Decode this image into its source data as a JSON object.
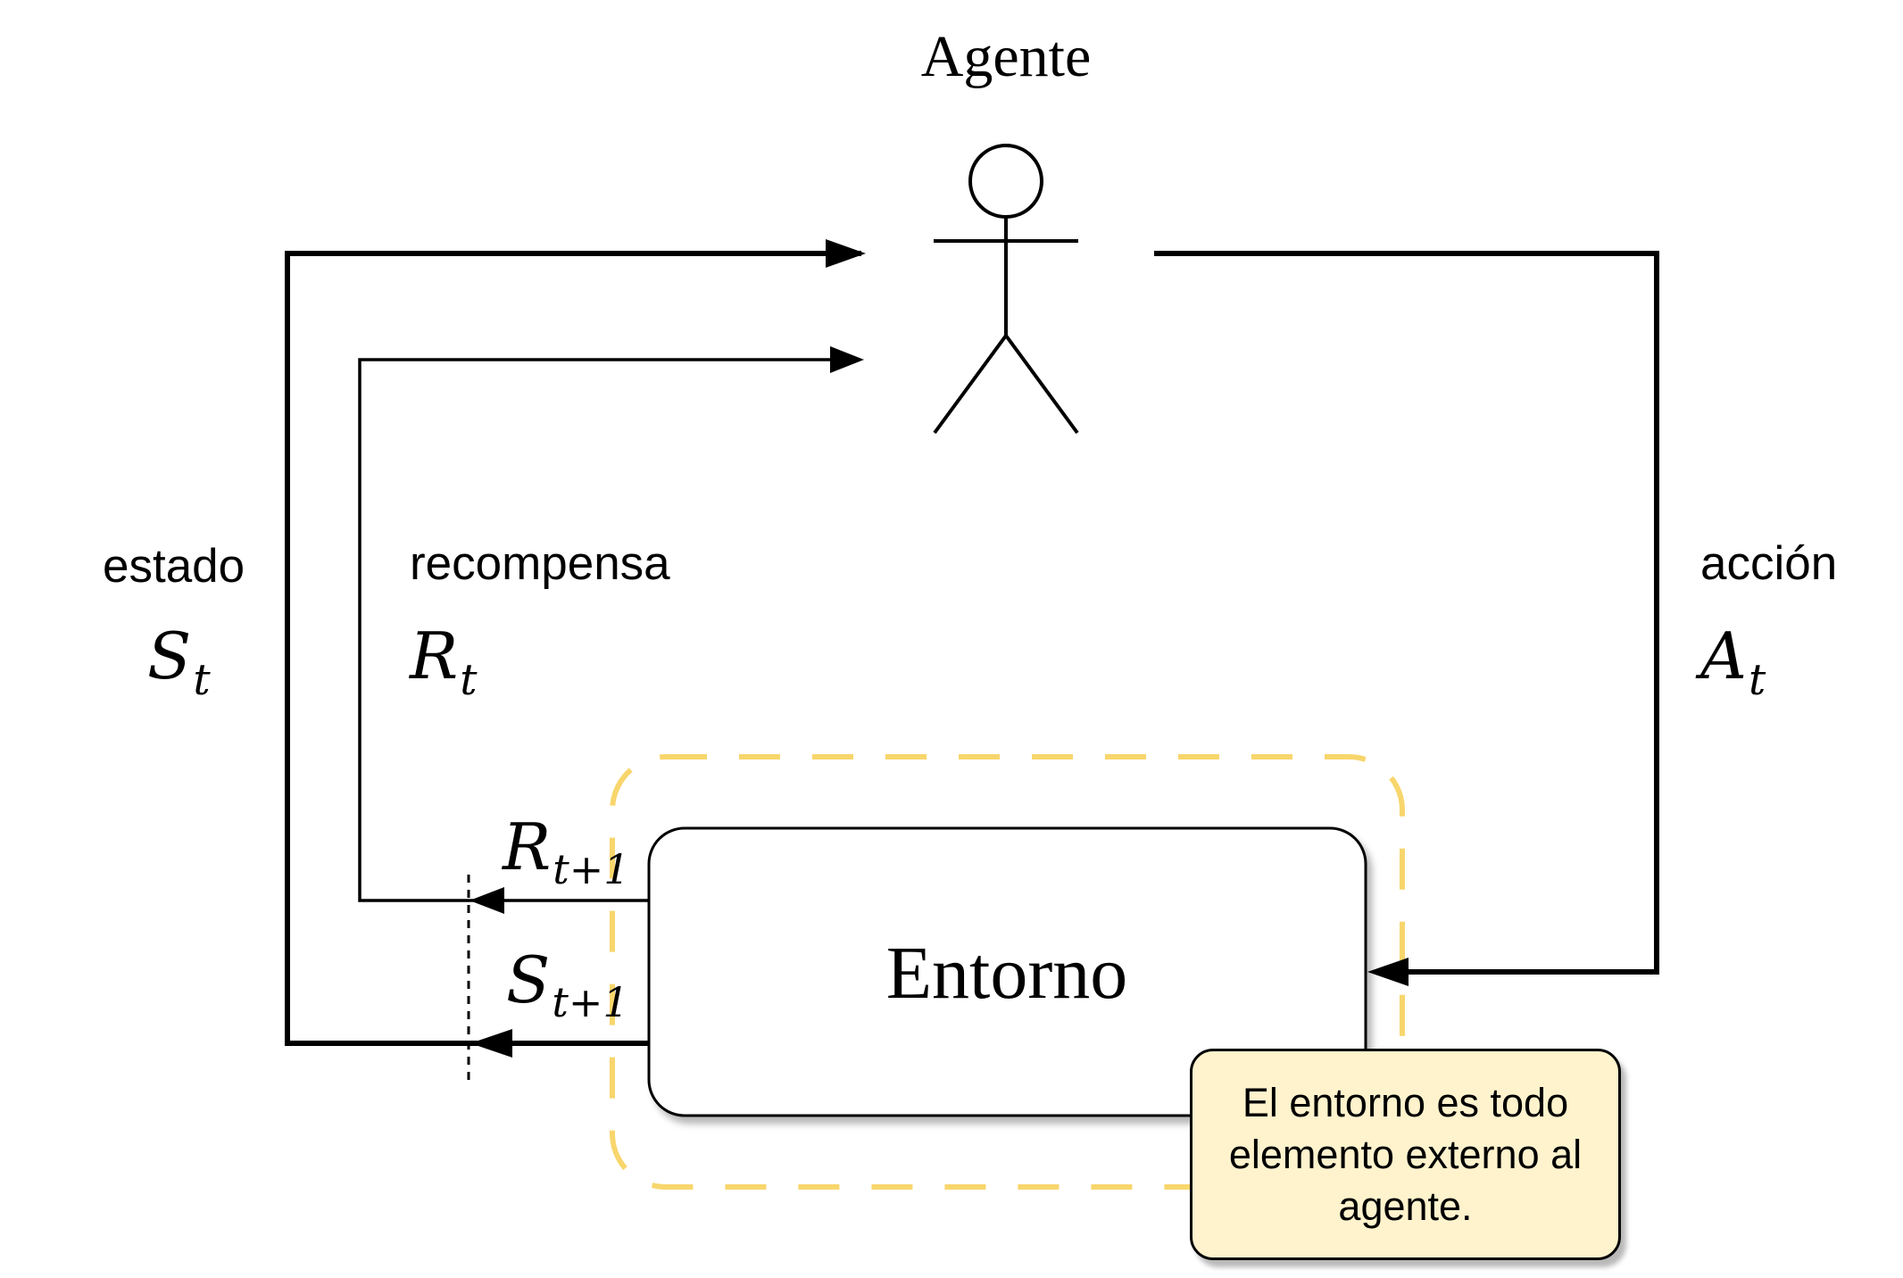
{
  "agent": {
    "title": "Agente"
  },
  "environment": {
    "label": "Entorno"
  },
  "state": {
    "word": "estado",
    "symbol": "S",
    "subscript": "t",
    "next_symbol": "S",
    "next_subscript": "t+1"
  },
  "reward": {
    "word": "recompensa",
    "symbol": "R",
    "subscript": "t",
    "next_symbol": "R",
    "next_subscript": "t+1"
  },
  "action": {
    "word": "acción",
    "symbol": "A",
    "subscript": "t"
  },
  "note": {
    "text": "El entorno es todo elemento externo al agente."
  },
  "colors": {
    "stroke": "#000000",
    "highlight_dash": "#f8d66d",
    "note_fill": "#fff3cd",
    "background": "#ffffff"
  }
}
